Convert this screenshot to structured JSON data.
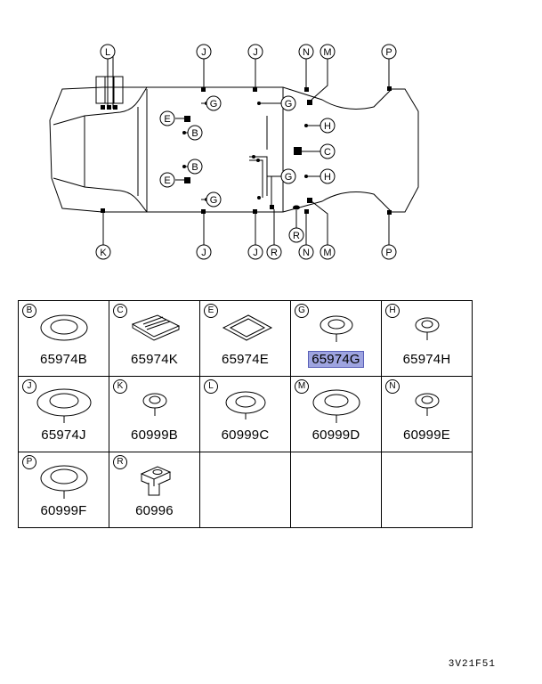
{
  "callouts": {
    "top": [
      "L",
      "J",
      "J",
      "N",
      "M",
      "P"
    ],
    "bottom": [
      "K",
      "J",
      "J",
      "R",
      "N",
      "M",
      "P"
    ],
    "left_side": [
      "E",
      "B",
      "B",
      "E"
    ],
    "mid": [
      "G",
      "G",
      "G",
      "G"
    ],
    "right_side": [
      "H",
      "C",
      "H"
    ]
  },
  "parts": [
    {
      "letter": "B",
      "number": "65974B",
      "icon": "grommet-oval-icon"
    },
    {
      "letter": "C",
      "number": "65974K",
      "icon": "plug-rectangular-ribbed-icon"
    },
    {
      "letter": "E",
      "number": "65974E",
      "icon": "plug-square-icon"
    },
    {
      "letter": "G",
      "number": "65974G",
      "icon": "grommet-small-icon",
      "selected": true
    },
    {
      "letter": "H",
      "number": "65974H",
      "icon": "grommet-mini-icon"
    },
    {
      "letter": "J",
      "number": "65974J",
      "icon": "grommet-large-icon"
    },
    {
      "letter": "K",
      "number": "60999B",
      "icon": "grommet-mini-icon"
    },
    {
      "letter": "L",
      "number": "60999C",
      "icon": "grommet-oval-icon"
    },
    {
      "letter": "M",
      "number": "60999D",
      "icon": "grommet-large-icon"
    },
    {
      "letter": "N",
      "number": "60999E",
      "icon": "grommet-mini-icon"
    },
    {
      "letter": "P",
      "number": "60999F",
      "icon": "grommet-large-icon"
    },
    {
      "letter": "R",
      "number": "60996",
      "icon": "clip-block-icon"
    }
  ],
  "figure_code": "3V21F51",
  "colors": {
    "highlight": "#9ea4e0",
    "line": "#000000"
  }
}
